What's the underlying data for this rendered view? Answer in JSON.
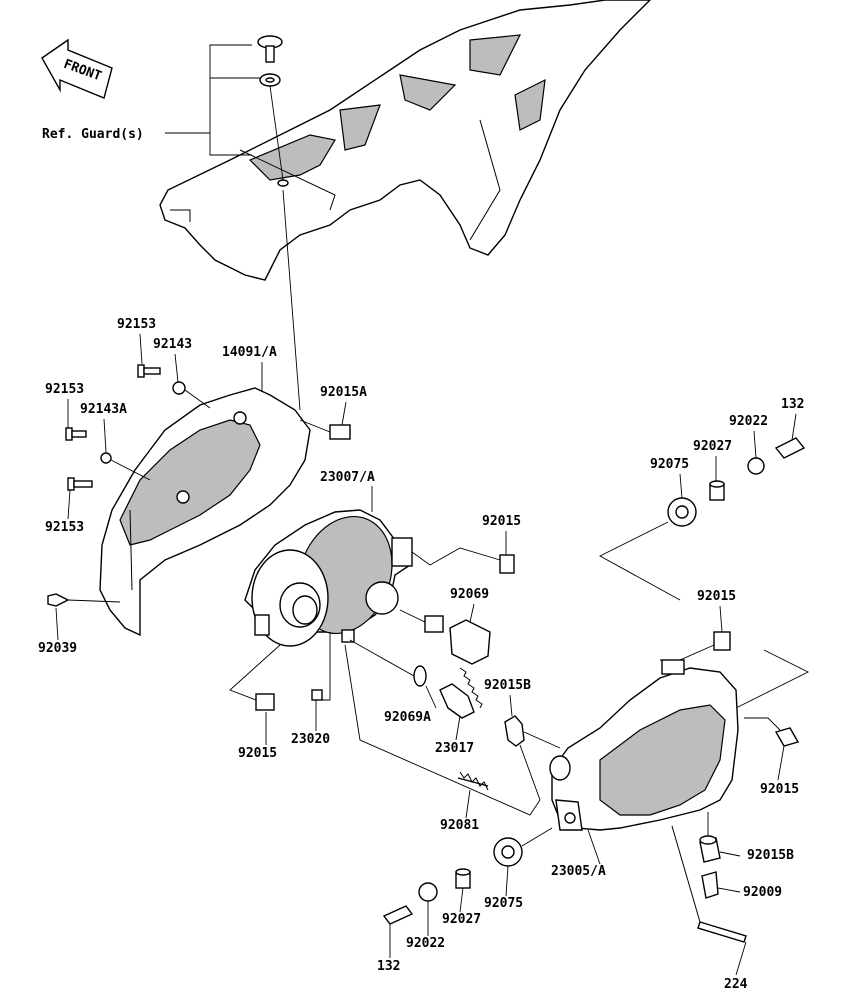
{
  "front_arrow": {
    "label": "FRONT"
  },
  "ref_guard": {
    "label": "Ref. Guard(s)"
  },
  "callouts": {
    "c92153_a": "92153",
    "c92143": "92143",
    "c14091a": "14091/A",
    "c92153_b": "92153",
    "c92143a": "92143A",
    "c92015a": "92015A",
    "c92153_c": "92153",
    "c23007a": "23007/A",
    "c92015_top": "92015",
    "c92069": "92069",
    "c92039": "92039",
    "c92069a": "92069A",
    "c92015_left": "92015",
    "c23020": "23020",
    "c23017": "23017",
    "c92015b_top": "92015B",
    "c92081": "92081",
    "c132_right": "132",
    "c92022_right": "92022",
    "c92027_right": "92027",
    "c92075_right": "92075",
    "c92015_right_top": "92015",
    "c92015_right": "92015",
    "c92015b_right": "92015B",
    "c92009": "92009",
    "c23005a": "23005/A",
    "c92075_bottom": "92075",
    "c92027_bottom": "92027",
    "c92022_bottom": "92022",
    "c132_bottom": "132",
    "c224": "224"
  }
}
